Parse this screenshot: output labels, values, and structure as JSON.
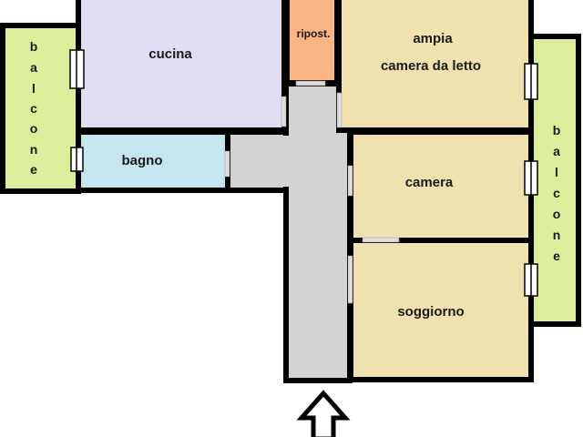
{
  "rooms": {
    "cucina": {
      "label": "cucina",
      "color": "#e0dcf2"
    },
    "ripostiglio": {
      "label": "ripost.",
      "color": "#fbb584"
    },
    "bagno": {
      "label": "bagno",
      "color": "#c4e6ef"
    },
    "ampia_camera": {
      "label_line1": "ampia",
      "label_line2": "camera da letto",
      "color": "#f0e2b0"
    },
    "camera": {
      "label": "camera",
      "color": "#f0e2b0"
    },
    "soggiorno": {
      "label": "soggiorno",
      "color": "#f0e2b0"
    },
    "corridoio": {
      "color": "#d3d3d3"
    },
    "balcone_left": {
      "letters": [
        "b",
        "a",
        "l",
        "c",
        "o",
        "n",
        "e"
      ],
      "color": "#dcee9a"
    },
    "balcone_right": {
      "letters": [
        "b",
        "a",
        "l",
        "c",
        "o",
        "n",
        "e"
      ],
      "color": "#dcee9a"
    }
  },
  "entrance": {
    "icon": "up-arrow-icon"
  }
}
